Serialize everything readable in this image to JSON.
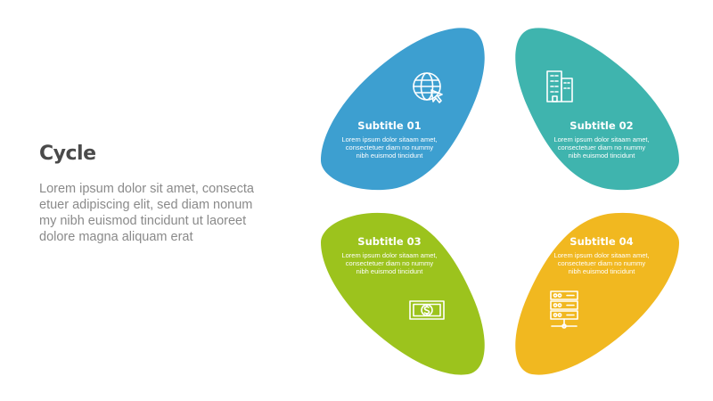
{
  "title": "Cycle",
  "description_lines": [
    "Lorem ipsum dolor sit amet, consecta",
    "etuer adipiscing elit, sed diam nonum",
    "my nibh euismod tincidunt ut laoreet",
    "dolore magna aliquam erat"
  ],
  "colors": {
    "blue": "#3d9fd0",
    "teal": "#3fb4ae",
    "green": "#9cc31d",
    "yellow": "#f1b820"
  },
  "items": [
    {
      "subtitle": "Subtitle 01",
      "body": [
        "Lorem ipsum dolor sitaam amet,",
        "consectetuer diam no nummy",
        "nibh euismod tincidunt"
      ],
      "icon": "globe-cursor-icon"
    },
    {
      "subtitle": "Subtitle 02",
      "body": [
        "Lorem ipsum dolor sitaam amet,",
        "consectetuer diam no nummy",
        "nibh euismod tincidunt"
      ],
      "icon": "office-building-icon"
    },
    {
      "subtitle": "Subtitle 03",
      "body": [
        "Lorem ipsum dolor sitaam amet,",
        "consectetuer diam no nummy",
        "nibh euismod tincidunt"
      ],
      "icon": "dollar-bill-icon"
    },
    {
      "subtitle": "Subtitle 04",
      "body": [
        "Lorem ipsum dolor sitaam amet,",
        "consectetuer diam no nummy",
        "nibh euismod tincidunt"
      ],
      "icon": "server-rack-icon"
    }
  ]
}
